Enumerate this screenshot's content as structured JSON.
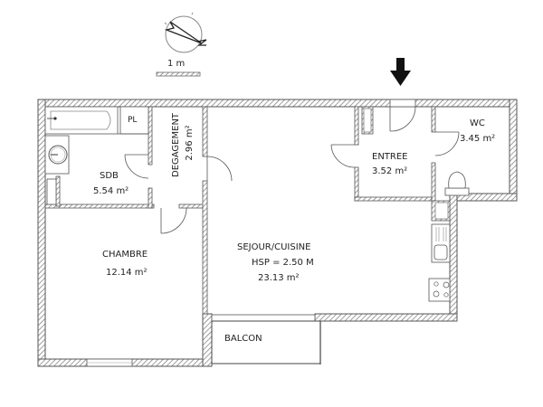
{
  "compass": {
    "icon": "north-arrow-icon"
  },
  "scale": {
    "label": "1 m"
  },
  "entry_arrow": {
    "icon": "entry-arrow-icon"
  },
  "rooms": [
    {
      "id": "sdb",
      "name": "SDB",
      "area": "5.54 m²"
    },
    {
      "id": "pl",
      "name": "PL"
    },
    {
      "id": "degagement",
      "name": "DEGAGEMENT",
      "area": "2.96 m²"
    },
    {
      "id": "entree",
      "name": "ENTREE",
      "area": "3.52 m²"
    },
    {
      "id": "wc",
      "name": "WC",
      "area": "3.45 m²"
    },
    {
      "id": "chambre",
      "name": "CHAMBRE",
      "area": "12.14 m²"
    },
    {
      "id": "sejour",
      "name": "SEJOUR/CUISINE",
      "hsp": "HSP = 2.50 M",
      "area": "23.13 m²"
    },
    {
      "id": "balcon",
      "name": "BALCON"
    }
  ],
  "colors": {
    "wall": "#555555",
    "hatch": "#888888",
    "line": "#333333",
    "background": "#ffffff"
  }
}
